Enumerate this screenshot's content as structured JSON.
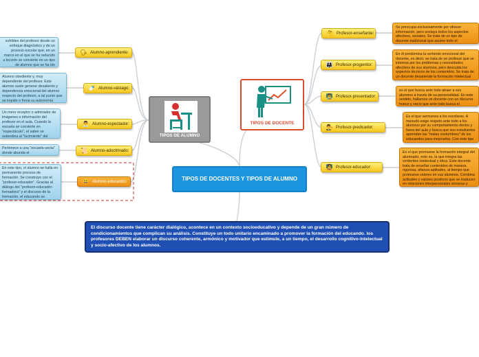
{
  "center": {
    "title": "TIPOS DE DOCENTES Y TIPOS DE ALUMNO"
  },
  "docente": {
    "label": "TIPOS DE DOCENTE",
    "items": [
      {
        "label": "Profesor-enseñante:",
        "icon": "🤔",
        "desc": "Se preocupa exclusivamente por ofrecer información, pero soslaya todos los aspectos afectivos, sociales. Se trata de un tipo de docente tradicional que asume todo el protagonismo y no favorece la interacción en el aula"
      },
      {
        "label": "Profesor-progenitor:",
        "icon": "👨‍👩‍👧",
        "desc": "En él predomina la vertiente emocional del docente, es decir, se trata de un profesor que se interesa por los problemas y necesidades afectivos de sus alumnos, pero descuida los aspectos técnicos de los contenidos. Se trata de un docente desatiende la formación intelectual del alumnado y lo único que se preocupa es de crear un ambiente presidido por la cordialidad, el respeto y la comunicación, de manera que la relación con los alumnos es más fraterna. Este tipo de docente es necesario pero no suficiente para la educación se agote en el cultivo de la vertiente afectiva del estudiante."
      },
      {
        "label": "Profesor-presentador:",
        "icon": "👨‍🏫",
        "desc": "es el que busca ante todo atraer a sus alumnos a través de su personalidad. En este sentido, hallamos un docente con un discurso hueco y vacío que ante todo busca el lucimiento personal por la imagen, pero no se propone enseñar y se preocupa de su propio lucimiento y no del aprendizaje. Con él, el alumno se sitúa en un segundo plano, convertido únicamente en un espectador que se deleita con una persona que se mueve en la escena pero no le deja nada. El estudiante se siente atraído por la figura del profesor, aunque este no favorece el aprendizaje ni la adquisición de habilidades; únicamente se les estimula."
      },
      {
        "label": "Profesor-predicador:",
        "icon": "👨‍⚖️",
        "desc": "Es el que sermonea a los escolares. A menudo exige respeto ante todo a los alumnos por su comportamiento dentro y fuera del aula y busca que sus estudiantes aprendan las \"malas costumbres\" de los educandos para mejorarlos. Con este tipo de profesor, las enseñanzas son impartidas y superficiales, pues el aprendizaje se centra en la forma, aunque es posible que sigan su \"código moral\" sin que se les enseñe a reflexionar críticamente sobre esos códigos."
      },
      {
        "label": "Profesor-educador:",
        "icon": "🧑‍🏫",
        "desc": "Es el que promueve la formación integral del alumnado, esto es, la que integra las vertientes intelectual y ética. Este docente trata de enseñar contenidos de manera rigurosa, afianza aptitudes, al tiempo que promueve valores en sus alumnos. Combina actitudes y valores positivos que se traducen en relaciones interpersonales sinceras y congruentes. No se reduce su labor a la transmisión de conocimientos, sino que va más allá. Su misión fundamental: En un ambiente de trabajo en el que el educando trabaja, reflexiona, debate, más que la escucha a quien explica, enseña, motiva y orienta a sus alumnos."
      }
    ]
  },
  "alumno": {
    "label": "TIPOS DE ALUMNO",
    "items": [
      {
        "label": "Alumno-aprendiente:",
        "icon": "🗣",
        "desc": "sufribles del profesor desde un enfoque diagnóstico y de un proceso escolar que, en un marco en el que se ha reducido a lección se convierte en un tipo de alumno que se ha ido llenando de nuevas informaciones ajenas"
      },
      {
        "label": "Alumno-vástago:",
        "icon": "🍼",
        "desc": "Alumno obediente y, muy dependiente del profesor. Este alumno suele generar desaliento y dependencia emocional del alumno respecto del profesor, a tal punto que se impide o frena su autonomía"
      },
      {
        "label": "Alumno-espectador:",
        "icon": "👨‍💼",
        "desc": "Un mero receptor o admirador de imágenes e información del profesor en el aula. Cuando la escuela se convierte en \"espectáculo\", el saber se subordina al \"lucimiento\" del docente y, por su parte, pasa a ser un espectador pasivo que siente ante todo atraer a sus profesores"
      },
      {
        "label": "Alumno-adoctrinado:",
        "icon": "📜",
        "desc": "Pertenece a una \"escuela-secta\" donde abunda el adoctrinamiento"
      },
      {
        "label": "Alumno-educando:",
        "icon": "😃",
        "desc": "En este tipo, el alumno se halla en permanente proceso de formación. Se construye con el \"profesor-educador\". Gracias al diálogo del \"profesor-educador-formadora\" y el discurso de la formación, el educando se convierte en un alumno que recibe una educación integral que implica no sólo la instrucción al servicio del conocimiento, sino también moral, la cordialidad, la consciencia del ámbito social y el marco ético."
      }
    ]
  },
  "note": "El discurso docente tiene carácter dialógico, acontece en un contexto socioeducativo y depende de un gran número de condicionamientos que complican su análisis. Constituye un todo unitario encaminado a promover la formación del educando. los profesores DEBEN elaborar un discurso coherente, armónico y motivador que estimule, a un tiempo, el desarrollo cognitivo-intelectual y socio-afectivo de los alumnos.",
  "colors": {
    "center": "#1b95e0",
    "hub_border": "#3ba6d3",
    "docente_label": "#e8492b",
    "alumno_label": "#ffffff",
    "note_bg": "#1f4fb3",
    "dashed": "#c92b2b"
  }
}
